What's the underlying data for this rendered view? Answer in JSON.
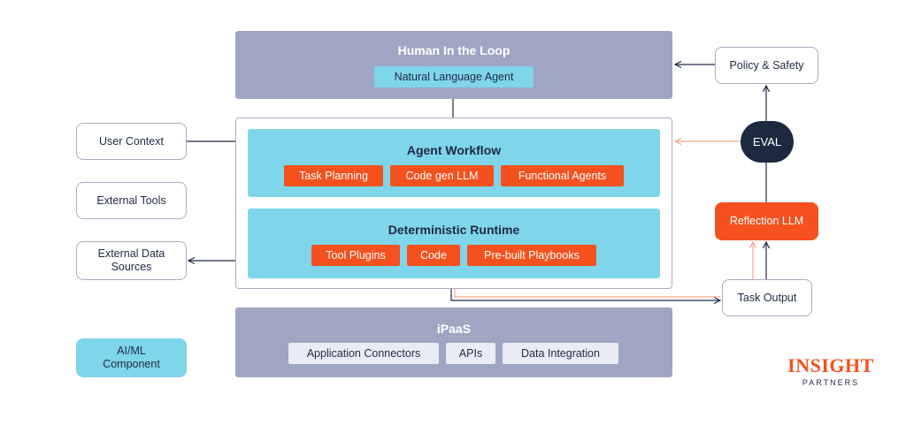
{
  "human_loop": {
    "title": "Human In the Loop",
    "agent_label": "Natural Language Agent"
  },
  "agent_workflow": {
    "title": "Agent Workflow",
    "items": [
      "Task Planning",
      "Code gen LLM",
      "Functional Agents"
    ]
  },
  "runtime": {
    "title": "Deterministic Runtime",
    "items": [
      "Tool Plugins",
      "Code",
      "Pre-built Playbooks"
    ]
  },
  "ipaas": {
    "title": "iPaaS",
    "items": [
      "Application Connectors",
      "APIs",
      "Data Integration"
    ]
  },
  "left": {
    "user_context": "User Context",
    "external_tools": "External Tools",
    "external_data_sources": "External Data Sources"
  },
  "legend": {
    "aiml": "AI/ML Component"
  },
  "right": {
    "policy_safety": "Policy & Safety",
    "eval": "EVAL",
    "reflection_llm": "Reflection LLM",
    "task_output": "Task Output"
  },
  "brand": {
    "name": "INSIGHT",
    "sub": "PARTNERS"
  },
  "colors": {
    "cyan": "#7fd5ea",
    "orange": "#f4511e",
    "gray_panel": "#9ea6c3",
    "navy": "#1b2a40",
    "salmon_arrow": "#f5a98f"
  }
}
